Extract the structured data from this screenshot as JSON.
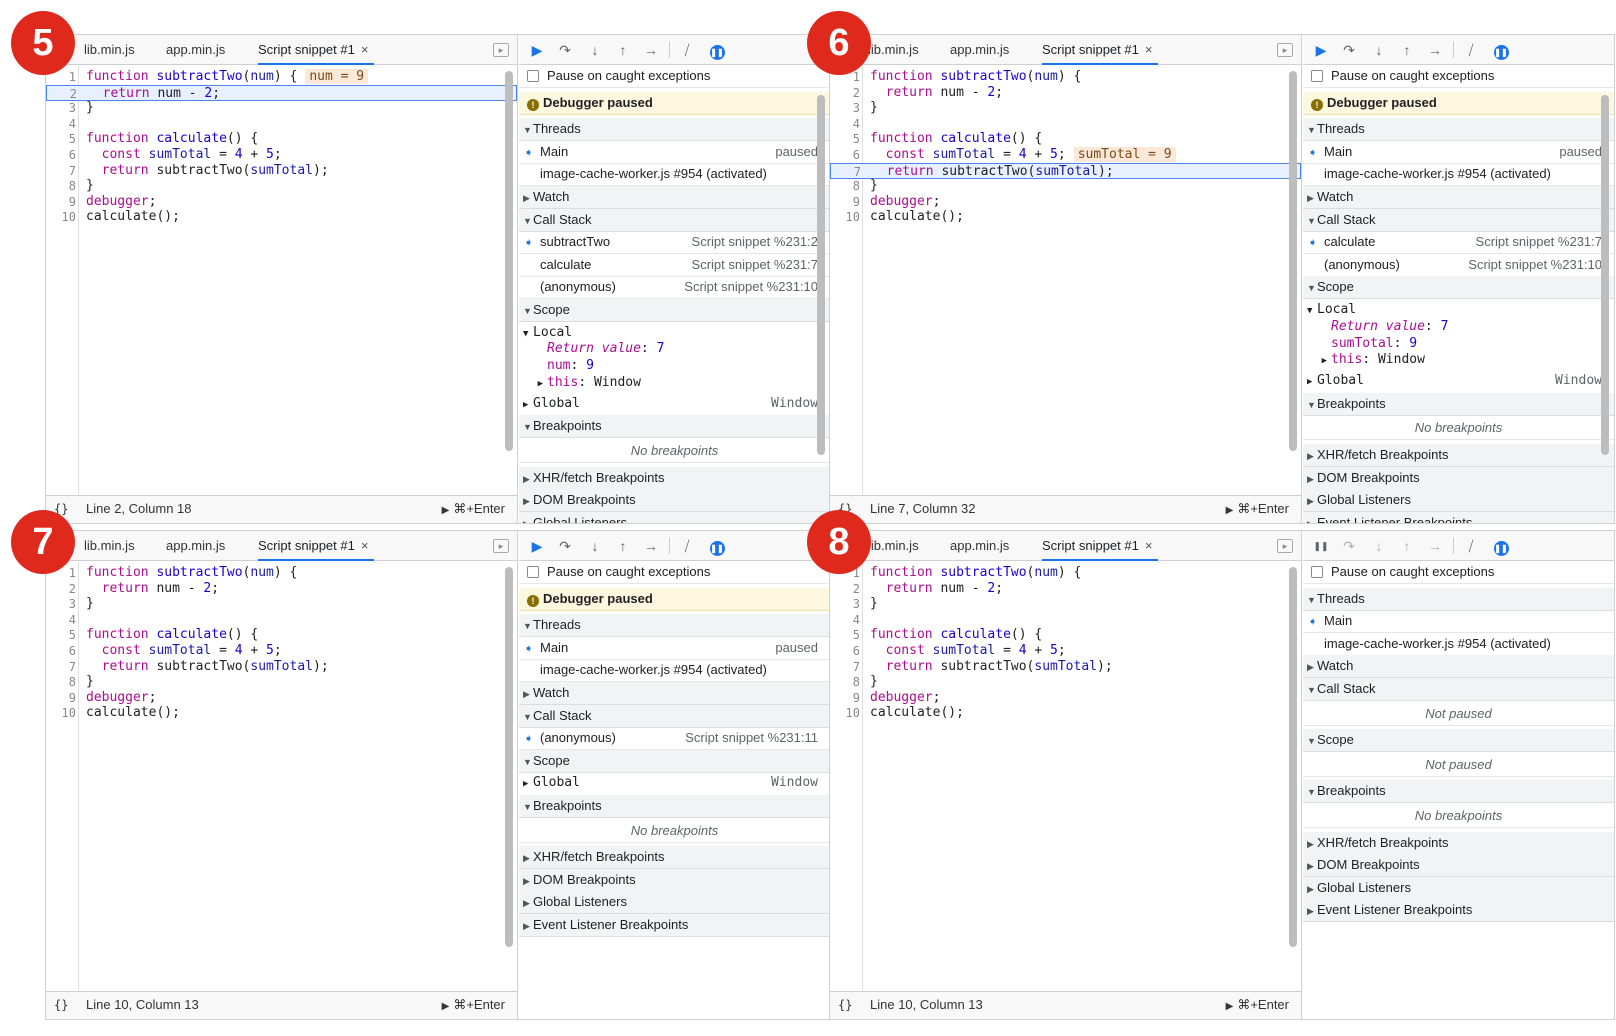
{
  "common": {
    "tabs": [
      "lib.min.js",
      "app.min.js",
      "Script snippet #1"
    ],
    "tab_close": "×",
    "run_shortcut": "⌘+Enter",
    "braces": "{}",
    "pause_on_caught": "Pause on caught exceptions",
    "debugger_paused": "Debugger paused",
    "threads": "Threads",
    "main": "Main",
    "paused": "paused",
    "worker": "image-cache-worker.js #954 (activated)",
    "watch": "Watch",
    "call_stack": "Call Stack",
    "scope": "Scope",
    "local": "Local",
    "global": "Global",
    "window": "Window",
    "return_value_key": "Return value",
    "this_key": "this",
    "breakpoints": "Breakpoints",
    "no_breakpoints": "No breakpoints",
    "xhr_breakpoints": "XHR/fetch Breakpoints",
    "dom_breakpoints": "DOM Breakpoints",
    "global_listeners": "Global Listeners",
    "event_listener_breakpoints": "Event Listener Breakpoints",
    "not_paused": "Not paused"
  },
  "panels": [
    {
      "badge": "5",
      "status_position": "Line 2, Column 18",
      "inline_value": "num = 9",
      "call_stack": [
        {
          "name": "subtractTwo",
          "location": "Script snippet %231:2"
        },
        {
          "name": "calculate",
          "location": "Script snippet %231:7"
        },
        {
          "name": "(anonymous)",
          "location": "Script snippet %231:10"
        }
      ],
      "scope_local": {
        "return_value": "7",
        "var_name": "num",
        "var_value": "9"
      }
    },
    {
      "badge": "6",
      "status_position": "Line 7, Column 32",
      "inline_value": "sumTotal = 9",
      "call_stack": [
        {
          "name": "calculate",
          "location": "Script snippet %231:7"
        },
        {
          "name": "(anonymous)",
          "location": "Script snippet %231:10"
        }
      ],
      "scope_local": {
        "return_value": "7",
        "var_name": "sumTotal",
        "var_value": "9"
      }
    },
    {
      "badge": "7",
      "status_position": "Line 10, Column 13",
      "call_stack": [
        {
          "name": "(anonymous)",
          "location": "Script snippet %231:11"
        }
      ]
    },
    {
      "badge": "8",
      "status_position": "Line 10, Column 13"
    }
  ]
}
